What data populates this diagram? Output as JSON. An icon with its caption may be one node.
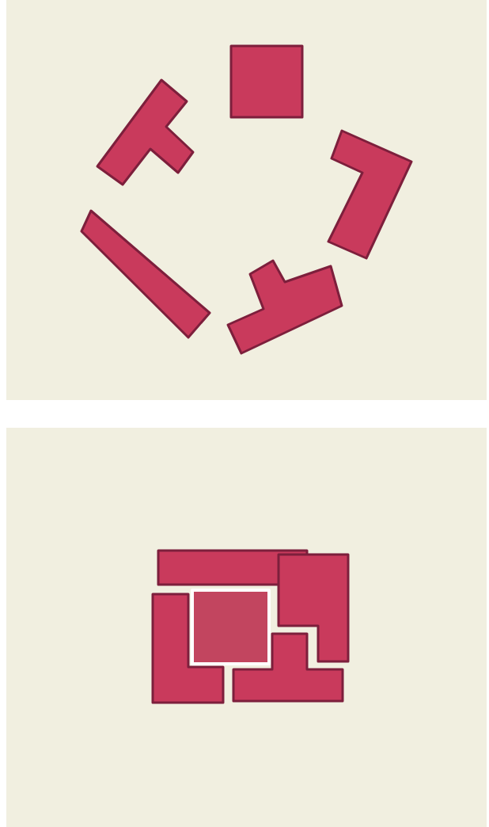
{
  "diagram": {
    "nodes": [
      {
        "text": [],
        "shape": "square"
      },
      {
        "text": [],
        "shape": "tee"
      },
      {
        "text": [],
        "shape": "ell"
      },
      {
        "text": [],
        "shape": "bar"
      },
      {
        "text": [],
        "shape": "tee"
      },
      {
        "text": [],
        "shape": "bar"
      },
      {
        "text": [],
        "shape": "ell"
      },
      {
        "text": [],
        "shape": "square"
      },
      {
        "text": [],
        "shape": "ell"
      },
      {
        "text": [],
        "shape": "tee"
      }
    ]
  }
}
